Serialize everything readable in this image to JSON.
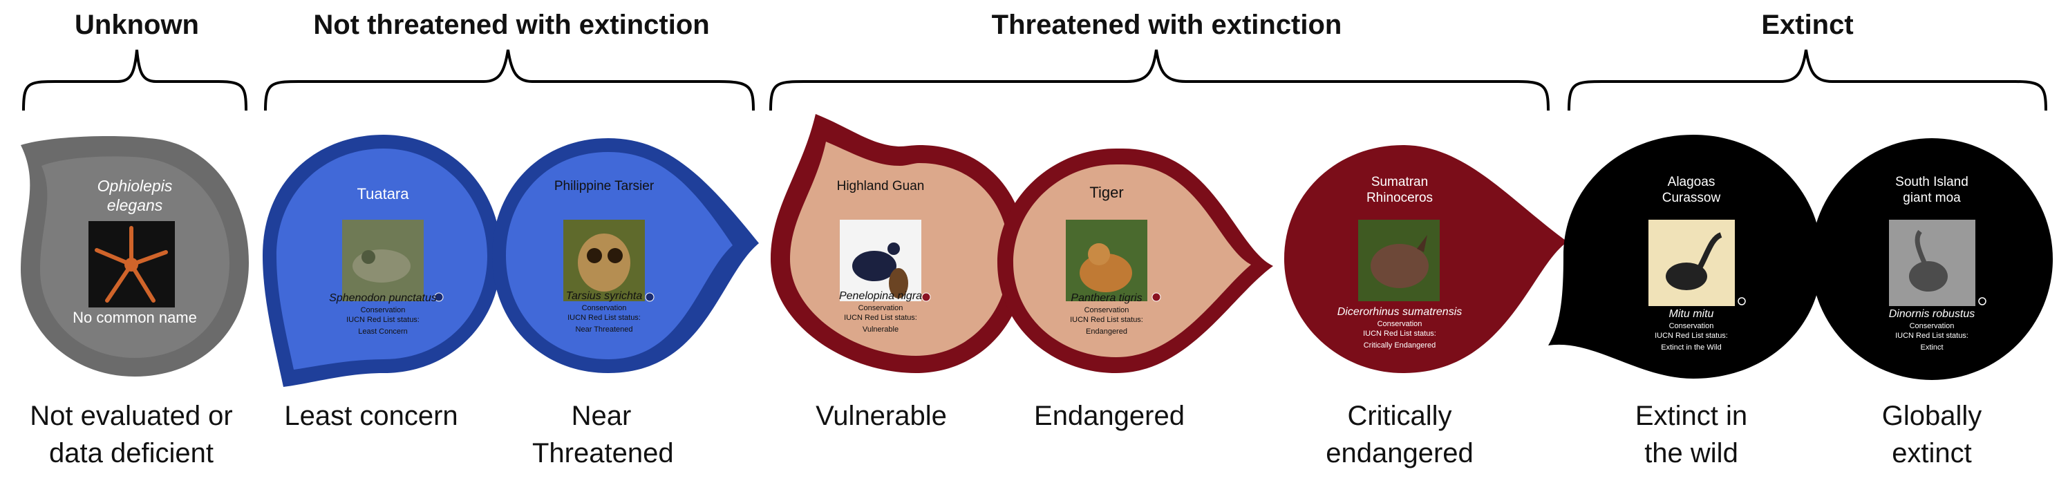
{
  "groups": [
    {
      "id": "unknown",
      "title": "Unknown"
    },
    {
      "id": "not-threatened",
      "title": "Not threatened with extinction"
    },
    {
      "id": "threatened",
      "title": "Threatened with extinction"
    },
    {
      "id": "extinct",
      "title": "Extinct"
    }
  ],
  "cards": [
    {
      "id": "ophiolepis",
      "common_name": "Ophiolepis elegans",
      "scientific_name": "",
      "no_common_name": "No common name",
      "conservation": "",
      "iucn_label": "",
      "status": "",
      "category_label": "Not evaluated or data deficient",
      "color": "#6b6b6b"
    },
    {
      "id": "tuatara",
      "common_name": "Tuatara",
      "scientific_name": "Sphenodon punctatus",
      "conservation": "Conservation",
      "iucn_label": "IUCN Red List status:",
      "status": "Least Concern",
      "category_label": "Least concern",
      "color": "#3f66d0"
    },
    {
      "id": "tarsier",
      "common_name": "Philippine Tarsier",
      "scientific_name": "Tarsius syrichta",
      "conservation": "Conservation",
      "iucn_label": "IUCN Red List status:",
      "status": "Near Threatened",
      "category_label": "Near Threatened",
      "color": "#3f66d0"
    },
    {
      "id": "guan",
      "common_name": "Highland Guan",
      "scientific_name": "Penelopina nigra",
      "conservation": "Conservation",
      "iucn_label": "IUCN Red List status:",
      "status": "Vulnerable",
      "category_label": "Vulnerable",
      "color": "#dca88b"
    },
    {
      "id": "tiger",
      "common_name": "Tiger",
      "scientific_name": "Panthera tigris",
      "conservation": "Conservation",
      "iucn_label": "IUCN Red List status:",
      "status": "Endangered",
      "category_label": "Endangered",
      "color": "#dca88b"
    },
    {
      "id": "rhino",
      "common_name": "Sumatran Rhinoceros",
      "scientific_name": "Dicerorhinus sumatrensis",
      "conservation": "Conservation",
      "iucn_label": "IUCN Red List status:",
      "status": "Critically Endangered",
      "category_label": "Critically endangered",
      "color": "#7b0d19"
    },
    {
      "id": "curassow",
      "common_name": "Alagoas Curassow",
      "scientific_name": "Mitu mitu",
      "conservation": "Conservation",
      "iucn_label": "IUCN Red List status:",
      "status": "Extinct in the Wild",
      "category_label": "Extinct in the wild",
      "color": "#000000"
    },
    {
      "id": "moa",
      "common_name": "South Island giant moa",
      "scientific_name": "Dinornis robustus",
      "conservation": "Conservation",
      "iucn_label": "IUCN Red List status:",
      "status": "Extinct",
      "category_label": "Globally extinct",
      "color": "#000000"
    }
  ],
  "colors": {
    "grey": "#6b6b6b",
    "blue_fill": "#3f66d0",
    "blue_ring": "#1f3f9a",
    "peach_fill": "#dca88b",
    "maroon": "#7b0d19",
    "black": "#000000"
  }
}
